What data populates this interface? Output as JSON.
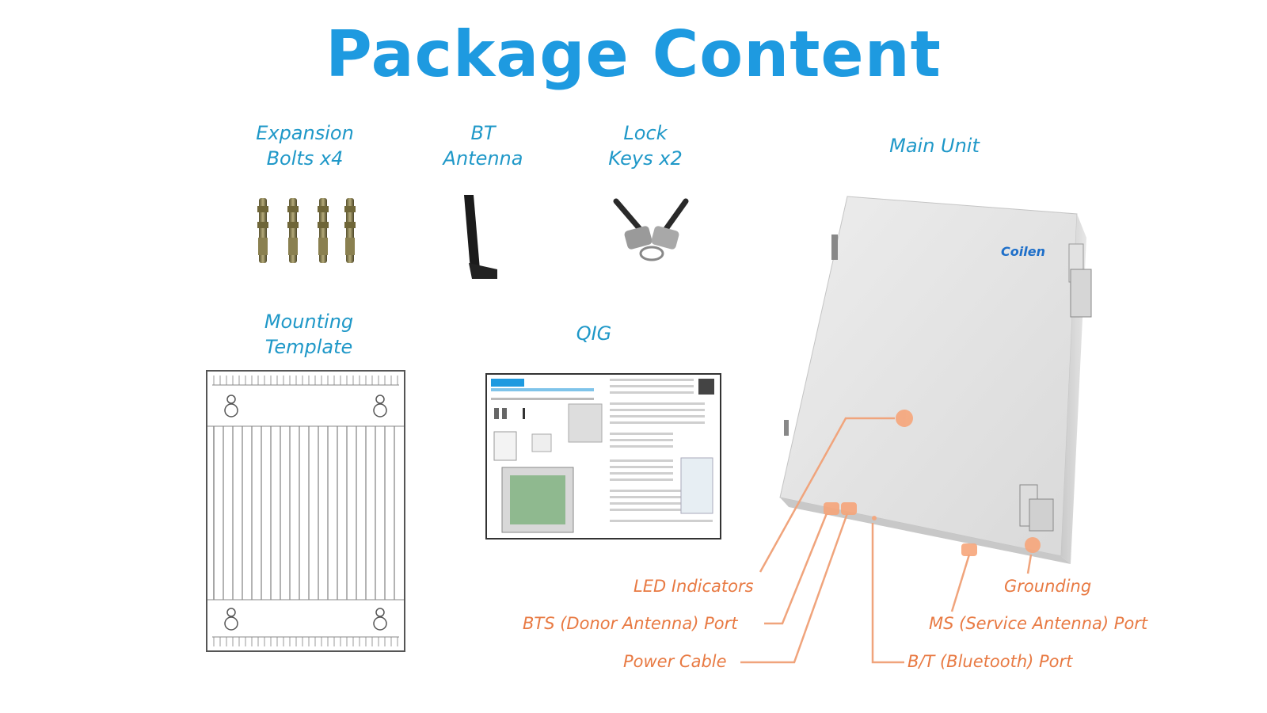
{
  "title": "Package Content",
  "items": {
    "expansion_bolts": {
      "line1": "Expansion",
      "line2": "Bolts x4"
    },
    "bt_antenna": {
      "line1": "BT",
      "line2": "Antenna"
    },
    "lock_keys": {
      "line1": "Lock",
      "line2": "Keys x2"
    },
    "main_unit": {
      "line1": "Main Unit"
    },
    "mounting_template": {
      "line1": "Mounting",
      "line2": "Template"
    },
    "qig": {
      "line1": "QIG"
    }
  },
  "brand_logo": "Coilen",
  "callouts": {
    "led_indicators": "LED Indicators",
    "bts_port": "BTS (Donor Antenna) Port",
    "power_cable": "Power Cable",
    "grounding": "Grounding",
    "ms_port": "MS (Service Antenna) Port",
    "bt_port": "B/T (Bluetooth) Port"
  },
  "colors": {
    "title": "#1e9ae0",
    "labels": "#1f98c8",
    "callouts": "#e87a43",
    "callout_lines": "#f0a47c"
  }
}
